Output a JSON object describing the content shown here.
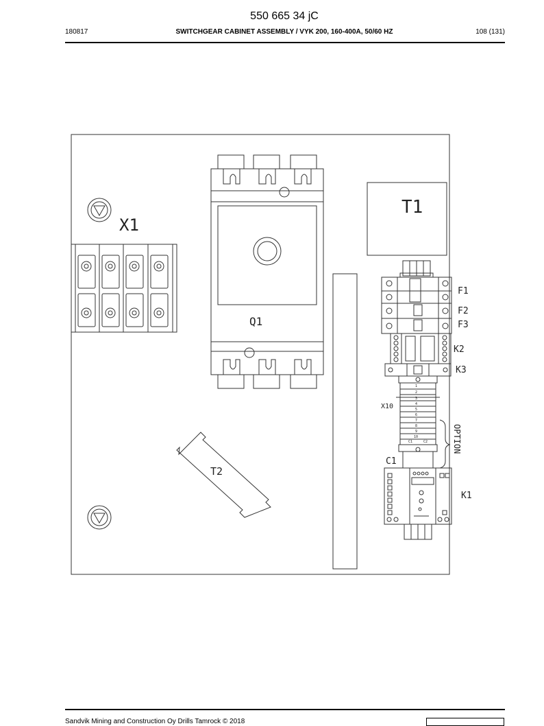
{
  "header": {
    "doc_number": "550 665 34 jC",
    "date_code": "180817",
    "title": "SWITCHGEAR CABINET ASSEMBLY / VYK 200, 160-400A, 50/60 HZ",
    "page": "108 (131)"
  },
  "drawing": {
    "labels": {
      "x1": "X1",
      "q1": "Q1",
      "t1": "T1",
      "t2": "T2",
      "f1": "F1",
      "f2": "F2",
      "f3": "F3",
      "k1": "K1",
      "k2": "K2",
      "k3": "K3",
      "x10": "X10",
      "c1": "C1",
      "option": "OPTION"
    },
    "terminal_numbers": [
      "1",
      "2",
      "3",
      "4",
      "5",
      "6",
      "7",
      "8",
      "9",
      "10"
    ],
    "c_terminals": [
      "C1",
      "C2"
    ]
  },
  "footer": {
    "copyright": "Sandvik Mining and Construction Oy Drills Tamrock © 2018"
  }
}
